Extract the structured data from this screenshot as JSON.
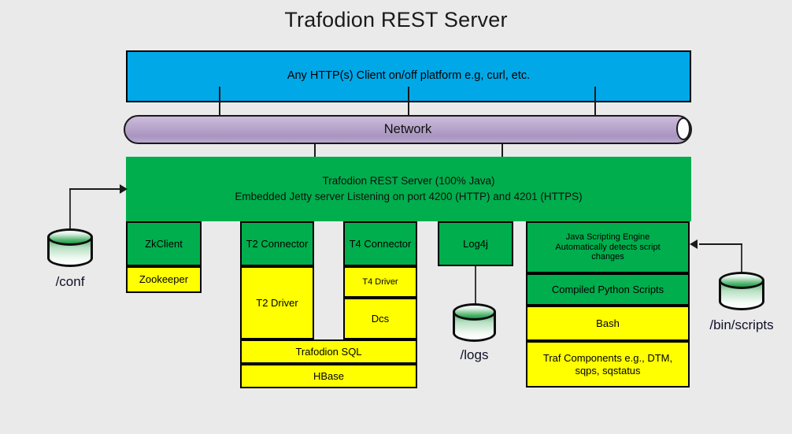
{
  "title": "Trafodion REST Server",
  "colors": {
    "background": "#eaeaea",
    "green": "#00ae4d",
    "yellow": "#ffff00",
    "blue": "#00a8e8",
    "purple": "#b3a0c7",
    "outline": "#000000"
  },
  "client_bar": {
    "label": "Any HTTP(s) Client on/off platform e.g, curl, etc."
  },
  "network": {
    "label": "Network"
  },
  "server": {
    "line1": "Trafodion REST Server (100% Java)",
    "line2": "Embedded Jetty server Listening on port 4200 (HTTP) and 4201 (HTTPS)"
  },
  "columns": [
    {
      "name": "zkclient",
      "boxes": [
        {
          "label": "ZkClient",
          "fill": "green"
        },
        {
          "label": "Zookeeper",
          "fill": "yellow"
        }
      ]
    },
    {
      "name": "t2-connector",
      "boxes": [
        {
          "label": "T2 Connector",
          "fill": "green"
        },
        {
          "label": "T2 Driver",
          "fill": "yellow"
        }
      ]
    },
    {
      "name": "t4-connector",
      "boxes": [
        {
          "label": "T4 Connector",
          "fill": "green"
        },
        {
          "label": "T4 Driver",
          "fill": "yellow"
        },
        {
          "label": "Dcs",
          "fill": "yellow"
        }
      ]
    },
    {
      "name": "log4j",
      "boxes": [
        {
          "label": "Log4j",
          "fill": "green"
        }
      ]
    },
    {
      "name": "scripting",
      "boxes": [
        {
          "label": "Java Scripting Engine Automatically detects script changes",
          "fill": "green"
        },
        {
          "label": "Compiled Python Scripts",
          "fill": "green"
        },
        {
          "label": "Bash",
          "fill": "yellow"
        },
        {
          "label": "Traf Components e.g., DTM, sqps, sqstatus",
          "fill": "yellow"
        }
      ]
    }
  ],
  "scripting_engine": {
    "line1": "Java Scripting Engine",
    "line2": "Automatically detects script",
    "line3": "changes"
  },
  "traf_components": {
    "line1": "Traf Components e.g., DTM,",
    "line2": "sqps, sqstatus"
  },
  "shared_boxes": [
    {
      "label": "Trafodion SQL",
      "fill": "yellow"
    },
    {
      "label": "HBase",
      "fill": "yellow"
    }
  ],
  "datastores": [
    {
      "name": "conf",
      "label": "/conf"
    },
    {
      "name": "logs",
      "label": "/logs"
    },
    {
      "name": "bin-scripts",
      "label": "/bin/scripts"
    }
  ]
}
